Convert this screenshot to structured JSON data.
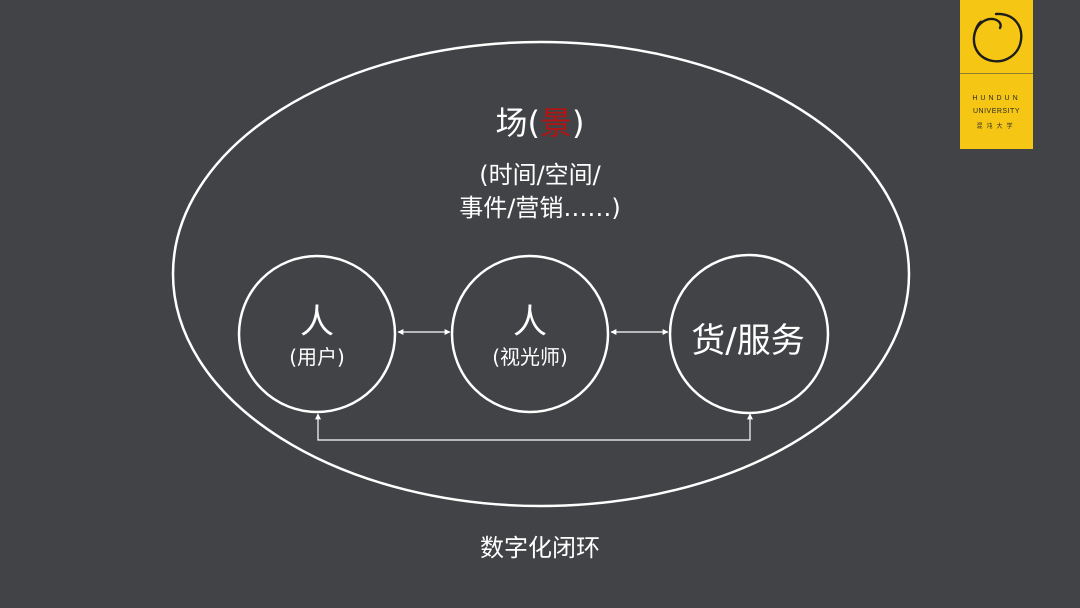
{
  "colors": {
    "background": "#424346",
    "foreground": "#ffffff",
    "accent_red": "#b01513",
    "logo_yellow": "#f6c615",
    "logo_text": "#2a2a2a"
  },
  "logo": {
    "line1": "HUNDUN",
    "line2": "UNIVERSITY",
    "line3": "混沌大学",
    "icon": "enso-circle-icon"
  },
  "diagram": {
    "outer_title_main": "场(",
    "outer_title_accent": "景",
    "outer_title_close": ")",
    "outer_subtitle_line1": "(时间/空间/",
    "outer_subtitle_line2": "事件/营销……)",
    "nodes": [
      {
        "main": "人",
        "sub": "(用户)"
      },
      {
        "main": "人",
        "sub": "(视光师)"
      },
      {
        "main": "货/服务",
        "sub": ""
      }
    ],
    "caption": "数字化闭环"
  }
}
